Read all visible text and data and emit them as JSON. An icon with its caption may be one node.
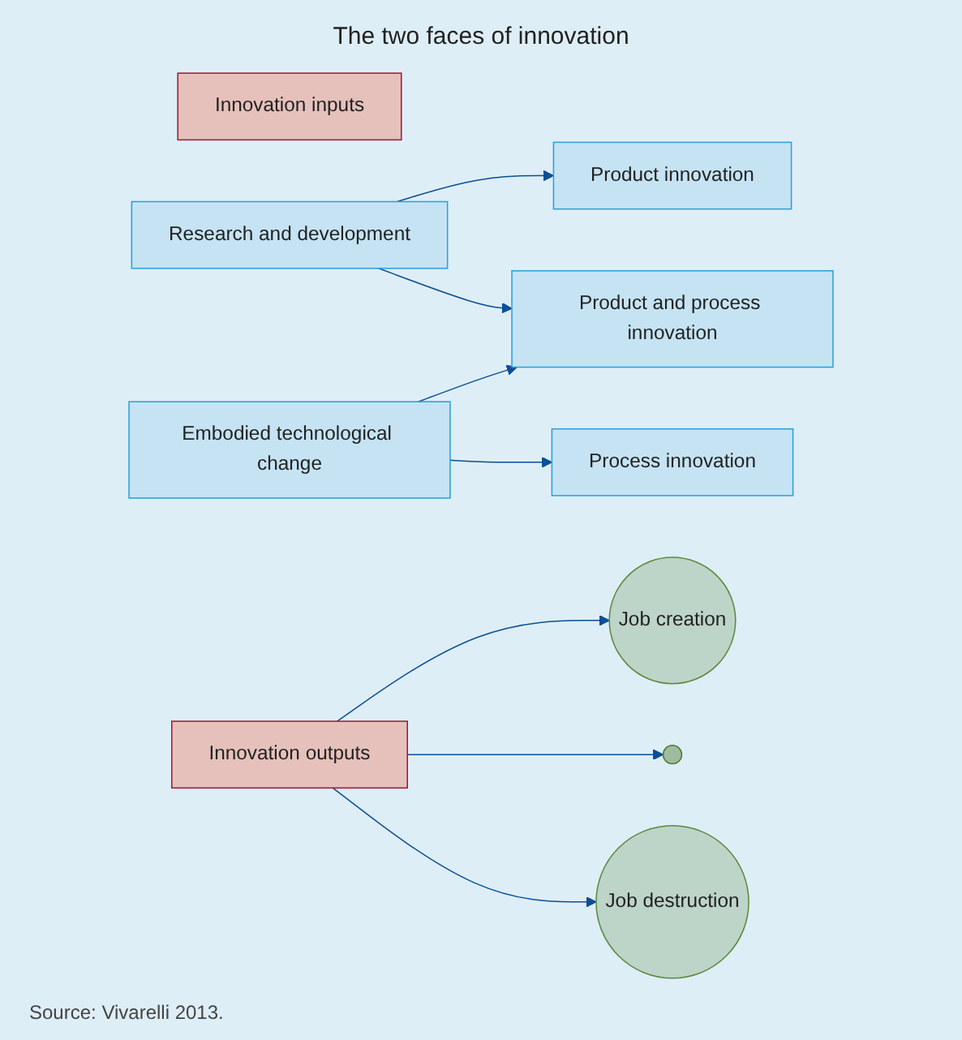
{
  "diagram": {
    "title": "The two faces of innovation",
    "caption": "Source: Vivarelli 2013.",
    "nodes": [
      {
        "text": [
          "Innovation inputs"
        ]
      },
      {
        "text": [
          "Research and development"
        ]
      },
      {
        "text": [
          "Embodied technological change"
        ]
      },
      {
        "text": [
          "Product innovation"
        ]
      },
      {
        "text": [
          "Product and process innovation"
        ]
      },
      {
        "text": [
          "Process innovation"
        ]
      },
      {
        "text": [
          "Innovation outputs"
        ]
      },
      {
        "text": [
          "Job creation"
        ]
      },
      {
        "text": [],
        "shape": "ellipse"
      },
      {
        "text": [
          "Job destruction"
        ]
      }
    ],
    "edges": [
      {
        "from": 1,
        "to": 3,
        "arrow": "to"
      },
      {
        "from": 1,
        "to": 4,
        "arrow": "to"
      },
      {
        "from": 2,
        "to": 4,
        "arrow": "to"
      },
      {
        "from": 2,
        "to": 5,
        "arrow": "to"
      },
      {
        "from": 6,
        "to": 7,
        "arrow": "to"
      },
      {
        "from": 6,
        "to": 8,
        "arrow": "to"
      },
      {
        "from": 6,
        "to": 9,
        "arrow": "to"
      }
    ]
  }
}
